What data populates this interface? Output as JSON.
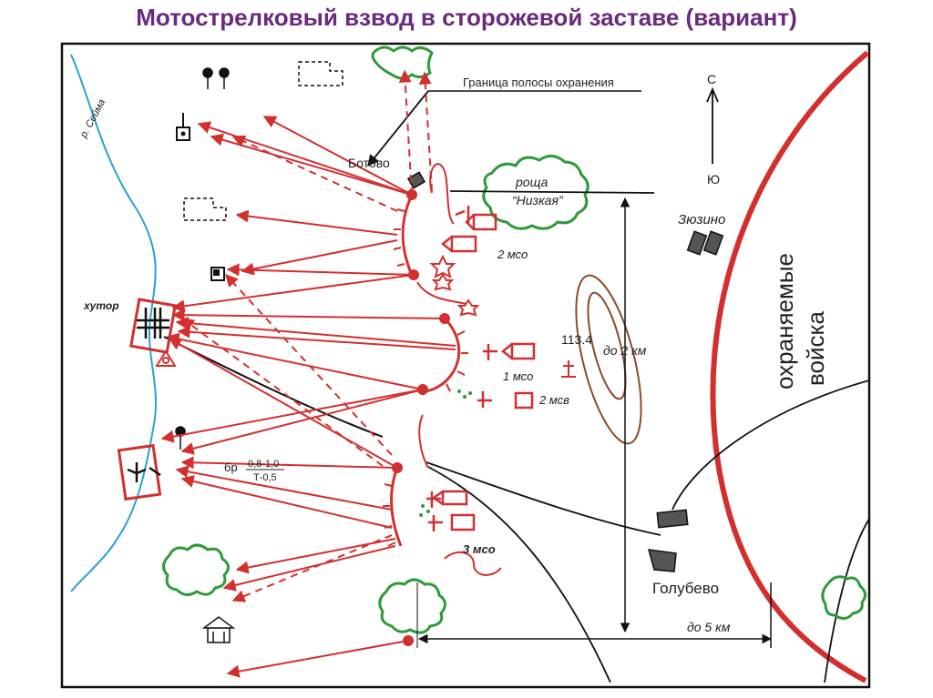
{
  "title": "Мотострелковый взвод в сторожевой заставе (вариант)",
  "labels": {
    "river": "р. Сейма",
    "boundary": "Граница полосы охранения",
    "village_botvo": "Ботово",
    "grove_line1": "роща",
    "grove_line2": "“Низкая”",
    "zyuzino": "Зюзино",
    "guarded_line1": "охраняемые",
    "guarded_line2": "войска",
    "north": "С",
    "south": "Ю",
    "khutor": "хутор",
    "height": "113.4",
    "dist_2km": "до 2 км",
    "dist_5km": "до 5 км",
    "golubevo": "Голубево",
    "ford_label": "бр",
    "ford_top": "0,8-1,0",
    "ford_bottom": "Т-0,5",
    "squad_2": "2 мсо",
    "squad_1": "1 мсо",
    "squad_2msv": "2 мсв",
    "squad_3": "3 мсо"
  },
  "colors": {
    "title": "#6a2a7e",
    "red": "#d42f2f",
    "river": "#2b9fd6",
    "forest": "#2f9a3a",
    "relief": "#8b4a2b",
    "ink": "#111111"
  }
}
